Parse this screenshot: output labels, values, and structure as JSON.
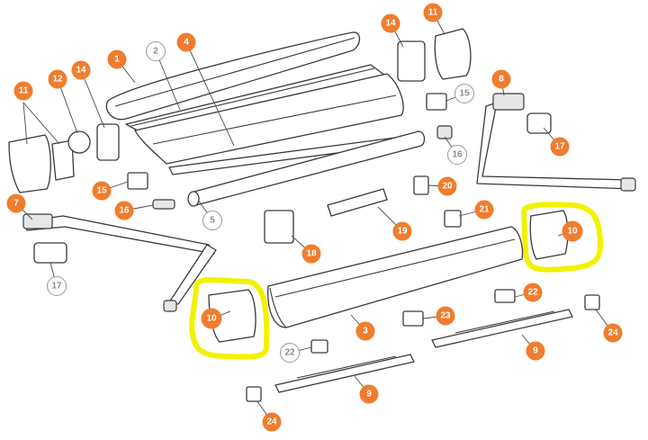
{
  "colors": {
    "callout_fill": "#f07d2e",
    "callout_text": "#ffffff",
    "outline_callout_stroke": "#9a9a9a",
    "outline_callout_text": "#8a8a8a",
    "highlight": "#f2f200"
  },
  "callouts": [
    {
      "id": "c1",
      "label": "1",
      "style": "filled"
    },
    {
      "id": "c2",
      "label": "2",
      "style": "outline"
    },
    {
      "id": "c3",
      "label": "3",
      "style": "filled"
    },
    {
      "id": "c4",
      "label": "4",
      "style": "filled"
    },
    {
      "id": "c5",
      "label": "5",
      "style": "outline"
    },
    {
      "id": "c7",
      "label": "7",
      "style": "filled"
    },
    {
      "id": "c8",
      "label": "8",
      "style": "filled"
    },
    {
      "id": "c9a",
      "label": "9",
      "style": "filled"
    },
    {
      "id": "c9b",
      "label": "9",
      "style": "filled"
    },
    {
      "id": "c10a",
      "label": "10",
      "style": "filled"
    },
    {
      "id": "c10b",
      "label": "10",
      "style": "filled"
    },
    {
      "id": "c11a",
      "label": "11",
      "style": "filled"
    },
    {
      "id": "c11b",
      "label": "11",
      "style": "filled"
    },
    {
      "id": "c12",
      "label": "12",
      "style": "filled"
    },
    {
      "id": "c14a",
      "label": "14",
      "style": "filled"
    },
    {
      "id": "c14b",
      "label": "14",
      "style": "filled"
    },
    {
      "id": "c15a",
      "label": "15",
      "style": "filled"
    },
    {
      "id": "c15b",
      "label": "15",
      "style": "outline"
    },
    {
      "id": "c16a",
      "label": "16",
      "style": "filled"
    },
    {
      "id": "c16b",
      "label": "16",
      "style": "outline"
    },
    {
      "id": "c17a",
      "label": "17",
      "style": "outline"
    },
    {
      "id": "c17b",
      "label": "17",
      "style": "filled"
    },
    {
      "id": "c18",
      "label": "18",
      "style": "filled"
    },
    {
      "id": "c19",
      "label": "19",
      "style": "filled"
    },
    {
      "id": "c20",
      "label": "20",
      "style": "filled"
    },
    {
      "id": "c21",
      "label": "21",
      "style": "filled"
    },
    {
      "id": "c22a",
      "label": "22",
      "style": "filled"
    },
    {
      "id": "c22b",
      "label": "22",
      "style": "outline"
    },
    {
      "id": "c23",
      "label": "23",
      "style": "filled"
    },
    {
      "id": "c24a",
      "label": "24",
      "style": "filled"
    },
    {
      "id": "c24b",
      "label": "24",
      "style": "filled"
    }
  ]
}
